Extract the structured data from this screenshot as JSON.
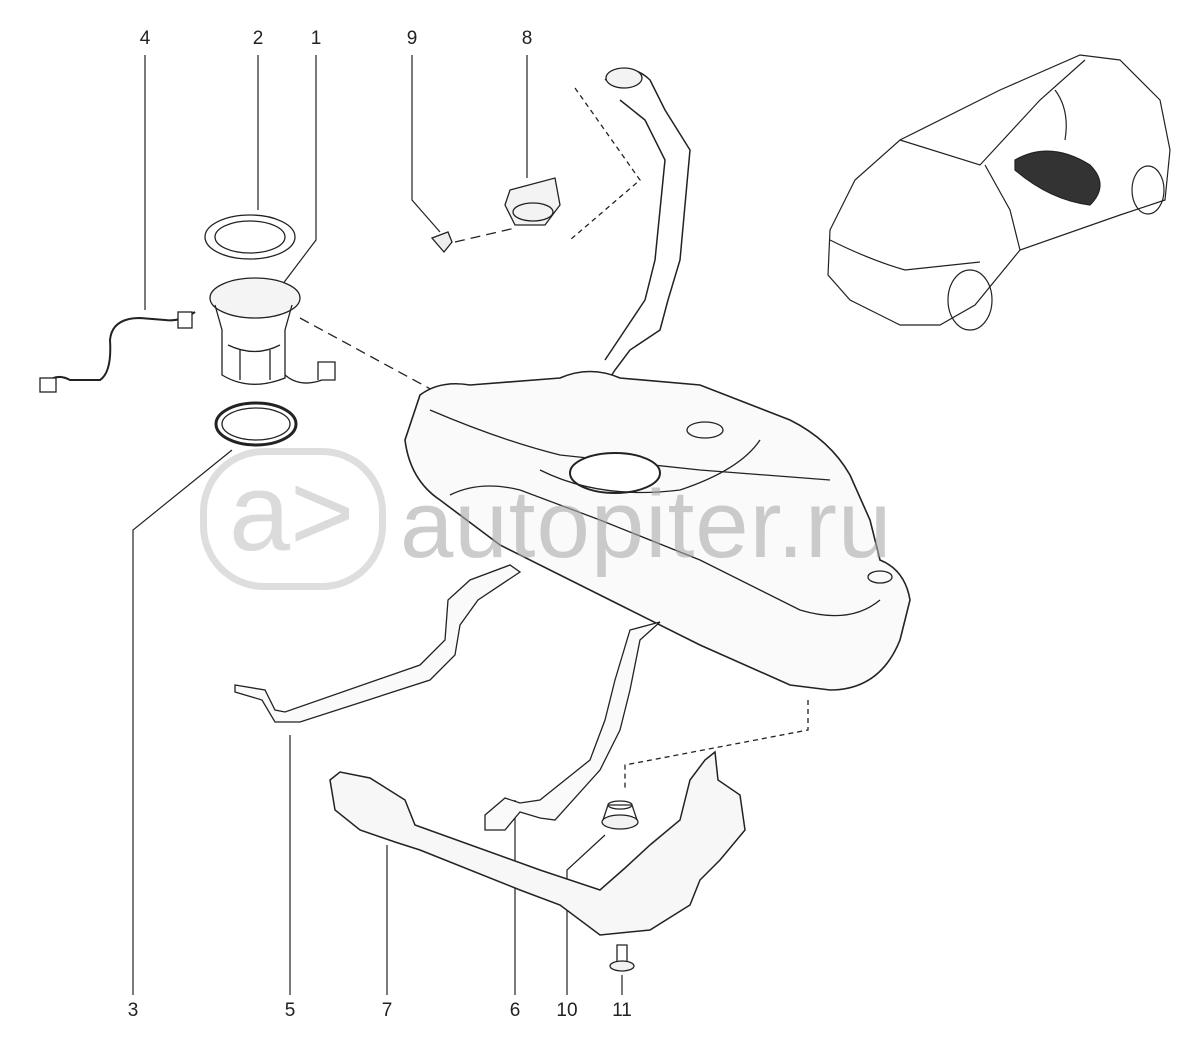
{
  "diagram": {
    "callouts_top": [
      {
        "id": "4",
        "part": "callout-4"
      },
      {
        "id": "2",
        "part": "callout-2"
      },
      {
        "id": "1",
        "part": "callout-1"
      },
      {
        "id": "9",
        "part": "callout-9"
      },
      {
        "id": "8",
        "part": "callout-8"
      }
    ],
    "callouts_bottom": [
      {
        "id": "3"
      },
      {
        "id": "5"
      },
      {
        "id": "7"
      },
      {
        "id": "6"
      },
      {
        "id": "10"
      },
      {
        "id": "11"
      }
    ]
  },
  "watermark": {
    "logo": "a>",
    "text": "autopiter.ru"
  }
}
